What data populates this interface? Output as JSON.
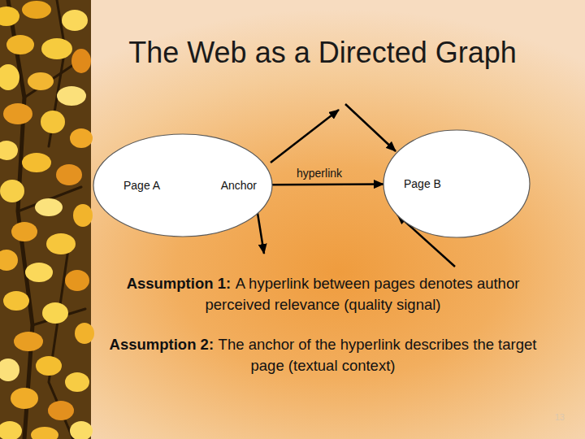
{
  "diagram": {
    "title": "The Web as a Directed Graph",
    "nodes": [
      {
        "text": [
          "Page A",
          "Anchor"
        ]
      },
      {
        "text": [
          "Page B"
        ]
      }
    ],
    "edges": [
      {
        "from": 0,
        "to": 1,
        "arrow": "to",
        "label": "hyperlink"
      }
    ],
    "labels": [
      "Assumption 1:",
      "A hyperlink between pages denotes author perceived relevance (quality signal)",
      "Assumption 2:",
      "The anchor of the hyperlink describes the target page (textual context)",
      "13"
    ]
  }
}
